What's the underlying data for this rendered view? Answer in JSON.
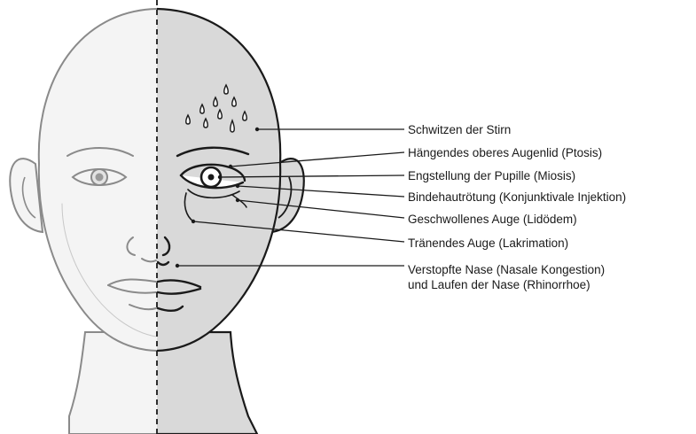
{
  "labels": {
    "sweating": "Schwitzen der Stirn",
    "ptosis": "Hängendes oberes Augenlid (Ptosis)",
    "miosis": "Engstellung der Pupille (Miosis)",
    "injection": "Bindehautrötung (Konjunktivale Injektion)",
    "edema": "Geschwollenes Auge (Lidödem)",
    "lacrimation": "Tränendes Auge (Lakrimation)",
    "nasal_line1": "Verstopfte Nase (Nasale Kongestion)",
    "nasal_line2": "und Laufen der Nase (Rhinorrhoe)"
  },
  "colors": {
    "affected_side": "#d9d9d9",
    "unaffected_side": "#f4f4f4",
    "outline": "#1a1a1a",
    "leader_line": "#1a1a1a"
  }
}
